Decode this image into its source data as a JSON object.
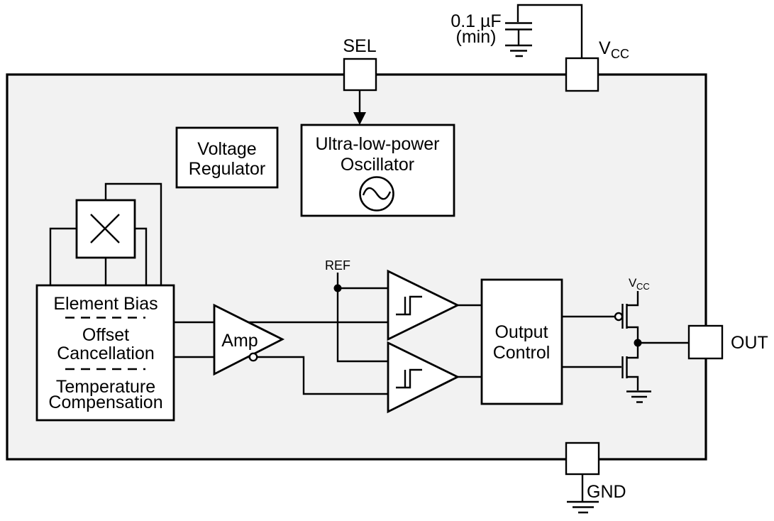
{
  "diagram": {
    "type": "functional-block-diagram",
    "colors": {
      "chip_fill": "#f2f2f2",
      "block_fill": "#ffffff",
      "line": "#000000",
      "background": "#ffffff"
    },
    "pins": {
      "sel": {
        "label": "SEL"
      },
      "vcc": {
        "label_main": "V",
        "label_sub": "CC"
      },
      "out": {
        "label": "OUT"
      },
      "gnd": {
        "label": "GND"
      }
    },
    "capacitor": {
      "value": "0.1 µF",
      "note": "(min)"
    },
    "blocks": {
      "voltage_regulator": {
        "lines": [
          "Voltage",
          "Regulator"
        ]
      },
      "oscillator": {
        "lines": [
          "Ultra-low-power",
          "Oscillator"
        ]
      },
      "sensor_front_end": {
        "lines": [
          "Element Bias",
          "Offset",
          "Cancellation",
          "Temperature",
          "Compensation"
        ]
      },
      "output_control": {
        "lines": [
          "Output",
          "Control"
        ]
      }
    },
    "labels": {
      "amp": "Amp",
      "ref": "REF",
      "vcc_internal_main": "V",
      "vcc_internal_sub": "CC"
    }
  }
}
